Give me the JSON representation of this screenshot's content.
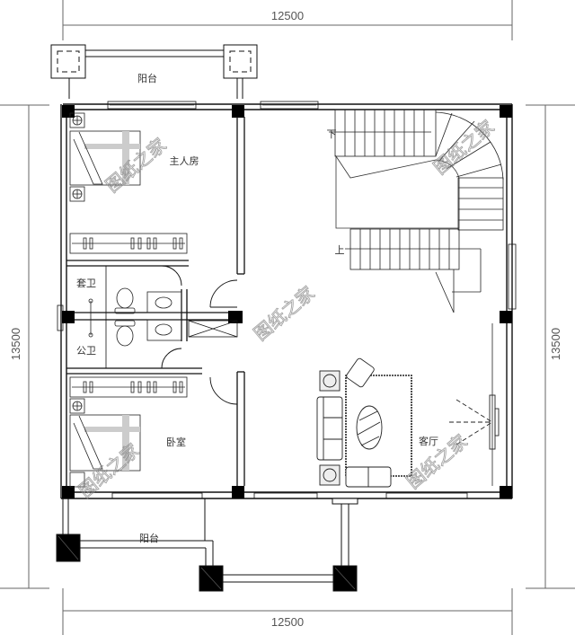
{
  "drawing": {
    "type": "floor-plan",
    "dimensions": {
      "top_width": "12500",
      "bottom_width": "12500",
      "left_height": "13500",
      "right_height": "13500"
    },
    "rooms": {
      "balcony_top": "阳台",
      "master_bedroom": "主人房",
      "ensuite_bath": "套卫",
      "public_bath": "公卫",
      "bedroom": "卧室",
      "living_room": "客厅",
      "balcony_bottom": "阳台"
    },
    "stair_labels": {
      "down": "下",
      "up": "上"
    },
    "watermark": "图纸之家",
    "colors": {
      "line": "#111111",
      "dim_line": "#666666",
      "column_fill": "#000000",
      "watermark": "#888888"
    }
  }
}
